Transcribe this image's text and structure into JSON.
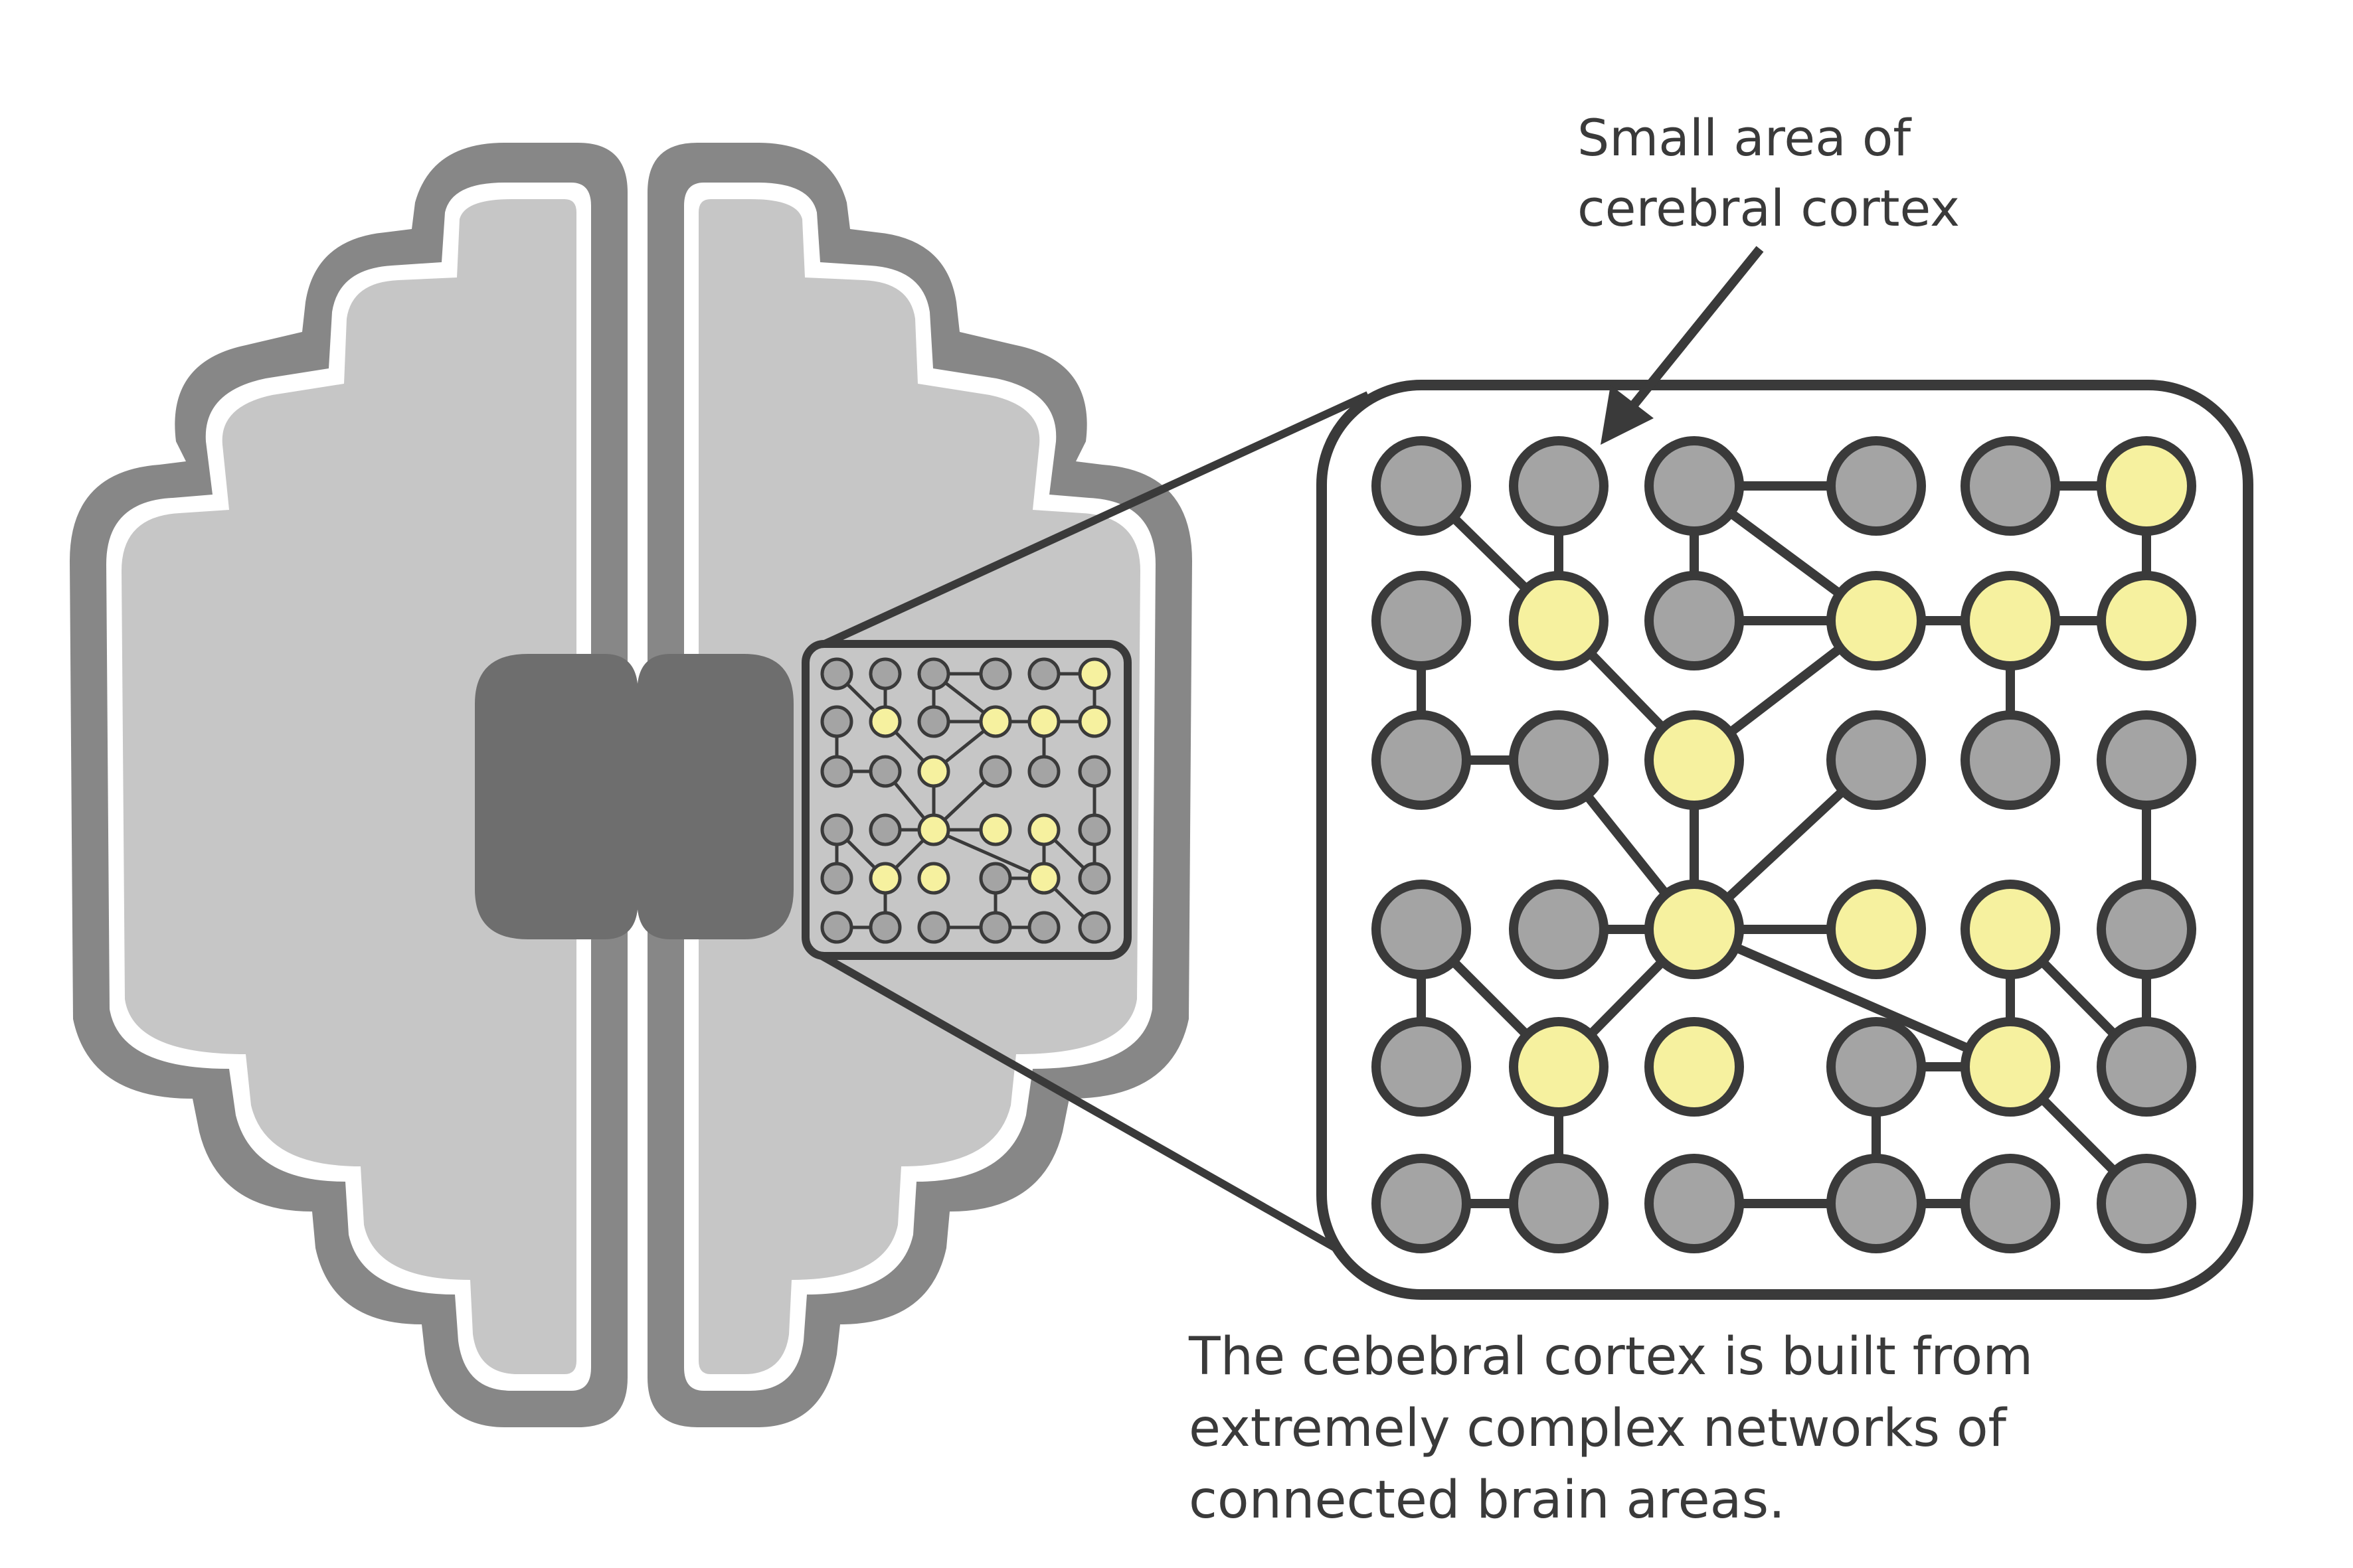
{
  "callouts": {
    "top_line1": "Small area of",
    "top_line2": "cerebral cortex",
    "bottom_line1": "The cebebral cortex is built from",
    "bottom_line2": "extremely complex networks of",
    "bottom_line3": "connected brain areas."
  },
  "colors": {
    "brain_outer": "#878787",
    "brain_fill": "#c6c6c6",
    "brain_center": "#6e6e6e",
    "outline": "#3a3a3a",
    "node_inactive": "#a4a4a4",
    "node_active": "#f6f19f",
    "background": "#ffffff"
  },
  "network": {
    "rows": 6,
    "cols": 6,
    "active_nodes": [
      [
        0,
        5
      ],
      [
        1,
        1
      ],
      [
        1,
        3
      ],
      [
        1,
        4
      ],
      [
        1,
        5
      ],
      [
        2,
        2
      ],
      [
        3,
        2
      ],
      [
        3,
        3
      ],
      [
        3,
        4
      ],
      [
        4,
        1
      ],
      [
        4,
        2
      ],
      [
        4,
        4
      ]
    ],
    "edges": [
      [
        [
          0,
          0
        ],
        [
          1,
          1
        ]
      ],
      [
        [
          0,
          1
        ],
        [
          1,
          1
        ]
      ],
      [
        [
          0,
          2
        ],
        [
          0,
          3
        ]
      ],
      [
        [
          0,
          2
        ],
        [
          1,
          2
        ]
      ],
      [
        [
          0,
          2
        ],
        [
          1,
          3
        ]
      ],
      [
        [
          0,
          4
        ],
        [
          0,
          5
        ]
      ],
      [
        [
          0,
          5
        ],
        [
          1,
          5
        ]
      ],
      [
        [
          1,
          0
        ],
        [
          2,
          0
        ]
      ],
      [
        [
          1,
          1
        ],
        [
          2,
          2
        ]
      ],
      [
        [
          1,
          2
        ],
        [
          1,
          3
        ]
      ],
      [
        [
          1,
          3
        ],
        [
          1,
          4
        ]
      ],
      [
        [
          1,
          3
        ],
        [
          2,
          2
        ]
      ],
      [
        [
          1,
          4
        ],
        [
          1,
          5
        ]
      ],
      [
        [
          1,
          4
        ],
        [
          2,
          4
        ]
      ],
      [
        [
          2,
          0
        ],
        [
          2,
          1
        ]
      ],
      [
        [
          2,
          1
        ],
        [
          3,
          2
        ]
      ],
      [
        [
          2,
          2
        ],
        [
          3,
          2
        ]
      ],
      [
        [
          2,
          3
        ],
        [
          3,
          2
        ]
      ],
      [
        [
          2,
          5
        ],
        [
          3,
          5
        ]
      ],
      [
        [
          3,
          0
        ],
        [
          4,
          0
        ]
      ],
      [
        [
          3,
          0
        ],
        [
          4,
          1
        ]
      ],
      [
        [
          3,
          1
        ],
        [
          3,
          2
        ]
      ],
      [
        [
          3,
          2
        ],
        [
          3,
          3
        ]
      ],
      [
        [
          3,
          2
        ],
        [
          4,
          1
        ]
      ],
      [
        [
          3,
          2
        ],
        [
          4,
          4
        ]
      ],
      [
        [
          3,
          4
        ],
        [
          4,
          4
        ]
      ],
      [
        [
          3,
          4
        ],
        [
          4,
          5
        ]
      ],
      [
        [
          3,
          5
        ],
        [
          4,
          5
        ]
      ],
      [
        [
          4,
          1
        ],
        [
          5,
          1
        ]
      ],
      [
        [
          4,
          3
        ],
        [
          4,
          4
        ]
      ],
      [
        [
          4,
          3
        ],
        [
          5,
          3
        ]
      ],
      [
        [
          4,
          4
        ],
        [
          5,
          5
        ]
      ],
      [
        [
          5,
          0
        ],
        [
          5,
          1
        ]
      ],
      [
        [
          5,
          2
        ],
        [
          5,
          3
        ]
      ],
      [
        [
          5,
          3
        ],
        [
          5,
          4
        ]
      ]
    ]
  }
}
